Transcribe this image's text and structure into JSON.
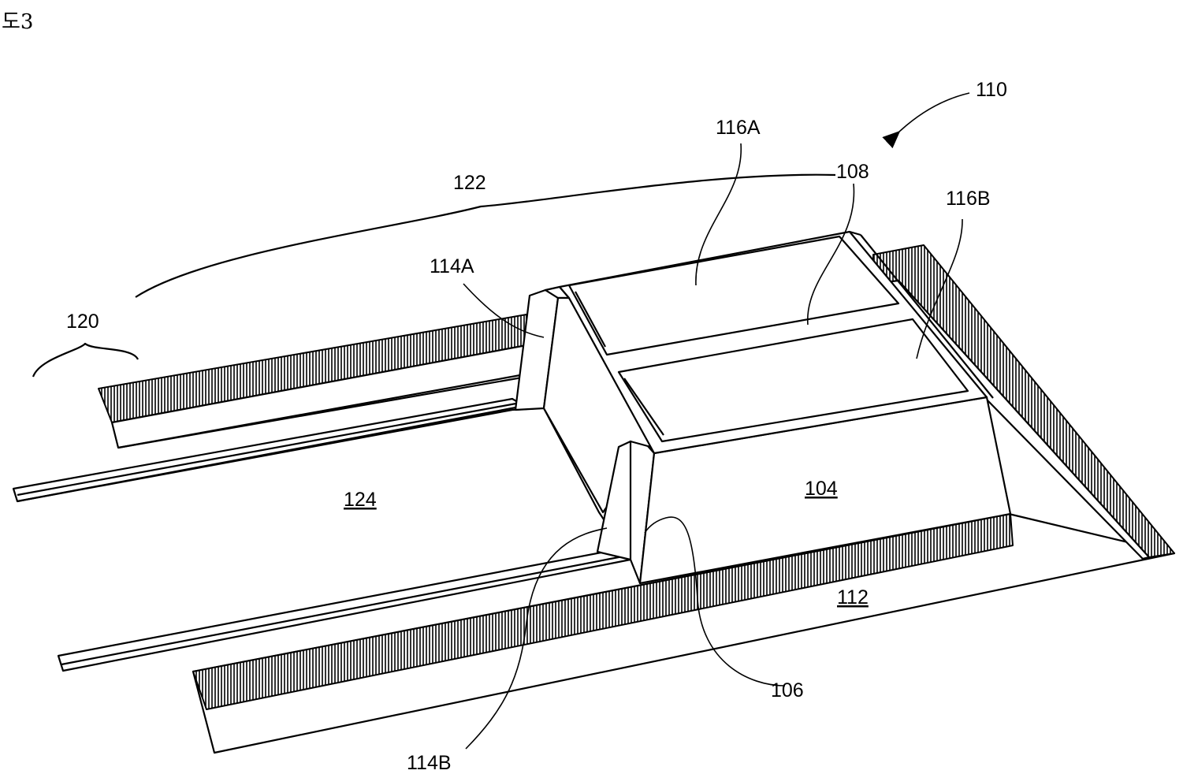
{
  "figure": {
    "title": "도3",
    "labels": {
      "l110": "110",
      "l116A": "116A",
      "l108": "108",
      "l116B": "116B",
      "l122": "122",
      "l114A": "114A",
      "l120": "120",
      "l124": "124",
      "l104": "104",
      "l112": "112",
      "l106": "106",
      "l114B": "114B"
    }
  }
}
